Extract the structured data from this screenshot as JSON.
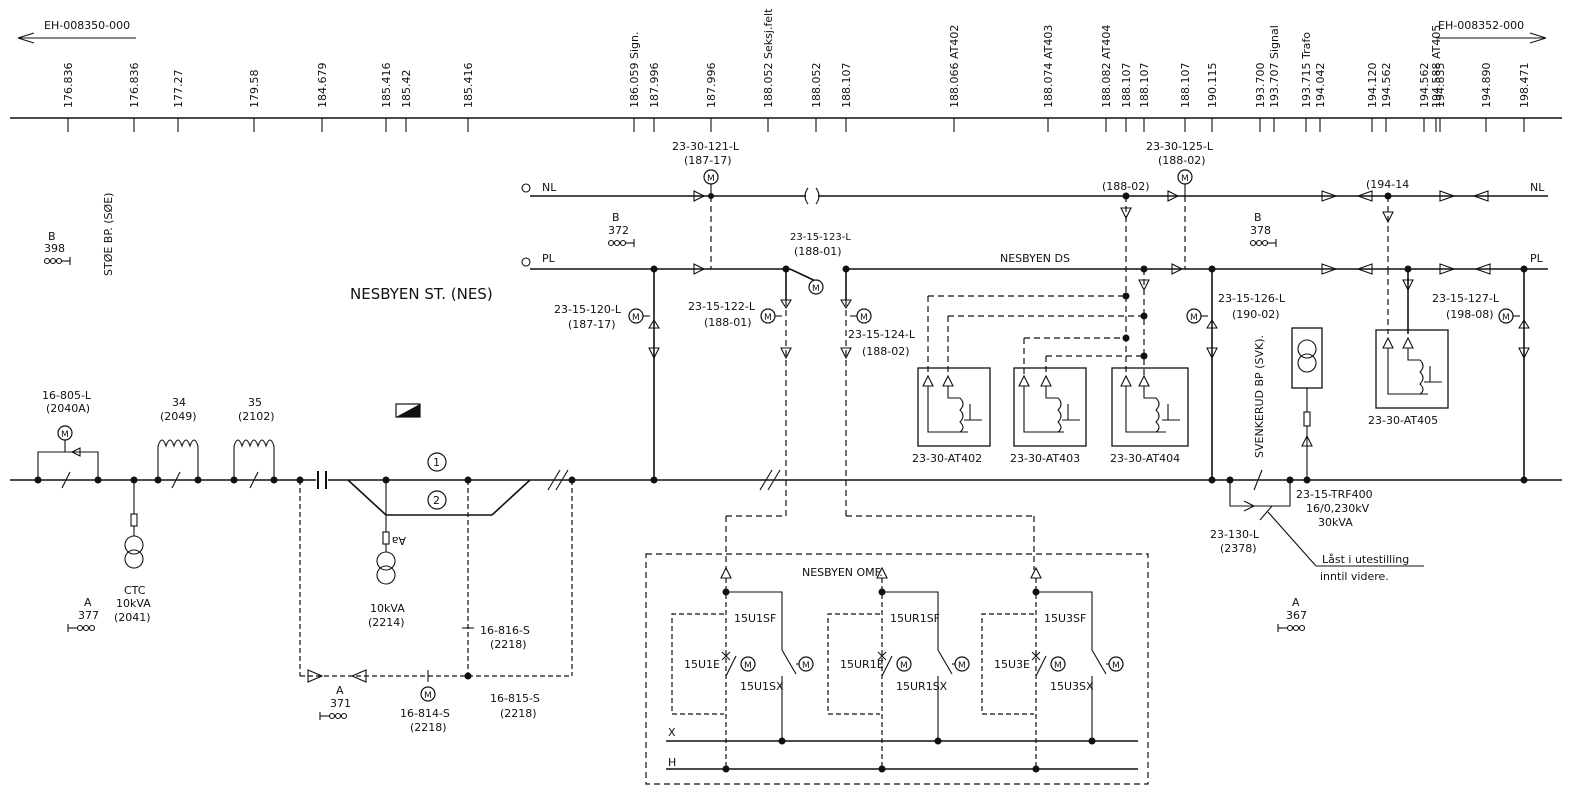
{
  "references": {
    "left": "EH-008350-000",
    "right": "EH-008352-000"
  },
  "chainage_labels": [
    "176.836",
    "176.836",
    "177.27",
    "179.58",
    "184.679",
    "185.416",
    "185.42",
    "185.416",
    "186.059 Sign.",
    "187.996",
    "187.996",
    "188.052 Seksj.felt",
    "188.052",
    "188.107",
    "188.066 AT402",
    "188.074 AT403",
    "188.082 AT404",
    "188.107",
    "188.107",
    "188.107",
    "190.115",
    "193.700",
    "193.707 Signal",
    "193.715 Trafo",
    "194.042",
    "194.120",
    "194.562",
    "194.562",
    "194.588 AT405",
    "194.835",
    "194.890",
    "198.471"
  ],
  "station": {
    "name": "NESBYEN ST. (NES)",
    "ds": "NESBYEN DS",
    "omf": "NESBYEN OMF."
  },
  "lines": {
    "nl": "NL",
    "pl": "PL",
    "bus_x": "X",
    "bus_h": "H"
  },
  "vertical_labels": {
    "stoe": "STØE BP. (SØE)",
    "svenkerud": "SVENKERUD BP (SVK)."
  },
  "switches": {
    "s121": {
      "id": "23-30-121-L",
      "ref": "(187-17)"
    },
    "s125": {
      "id": "23-30-125-L",
      "ref": "(188-02)"
    },
    "s123": {
      "id": "23-15-123-L",
      "ref": "(188-01)"
    },
    "s120": {
      "id": "23-15-120-L",
      "ref": "(187-17)"
    },
    "s122": {
      "id": "23-15-122-L",
      "ref": "(188-01)"
    },
    "s124": {
      "id": "23-15-124-L",
      "ref": "(188-02)"
    },
    "s126": {
      "id": "23-15-126-L",
      "ref": "(190-02)"
    },
    "s127": {
      "id": "23-15-127-L",
      "ref": "(198-08)"
    },
    "s805": {
      "id": "16-805-L",
      "ref": "(2040A)"
    },
    "s816": {
      "id": "16-816-S",
      "ref": "(2218)"
    },
    "s815": {
      "id": "16-815-S",
      "ref": "(2218)"
    },
    "s814": {
      "id": "16-814-S",
      "ref": "(2218)"
    },
    "s130": {
      "id": "23-130-L",
      "ref": "(2378)"
    }
  },
  "small_refs": {
    "ref_188_02": "(188-02)",
    "ref_194_14": "(194-14"
  },
  "blocks": {
    "b398": {
      "letter": "B",
      "num": "398"
    },
    "b372": {
      "letter": "B",
      "num": "372"
    },
    "b378": {
      "letter": "B",
      "num": "378"
    },
    "a377": {
      "letter": "A",
      "num": "377"
    },
    "a371": {
      "letter": "A",
      "num": "371"
    },
    "a367": {
      "letter": "A",
      "num": "367"
    }
  },
  "reactors": {
    "r34": {
      "num": "34",
      "ref": "(2049)"
    },
    "r35": {
      "num": "35",
      "ref": "(2102)"
    }
  },
  "transformers": {
    "ctc": {
      "name": "CTC",
      "rating": "10kVA",
      "ref": "(2041)"
    },
    "t2214": {
      "rating": "10kVA",
      "ref": "(2214)",
      "fuse": "Aa"
    },
    "trf400": {
      "id": "23-15-TRF400",
      "voltage": "16/0,230kV",
      "rating": "30kVA"
    }
  },
  "autotransformers": [
    "23-30-AT402",
    "23-30-AT403",
    "23-30-AT404",
    "23-30-AT405"
  ],
  "track_numbers": [
    "1",
    "2"
  ],
  "omf_units": [
    {
      "sf": "15U1SF",
      "e": "15U1E",
      "sx": "15U1SX"
    },
    {
      "sf": "15UR1SF",
      "e": "15UR1E",
      "sx": "15UR1SX"
    },
    {
      "sf": "15U3SF",
      "e": "15U3E",
      "sx": "15U3SX"
    }
  ],
  "motor_symbol": "M",
  "note": {
    "line1": "Låst i utestilling",
    "line2": "inntil videre."
  }
}
